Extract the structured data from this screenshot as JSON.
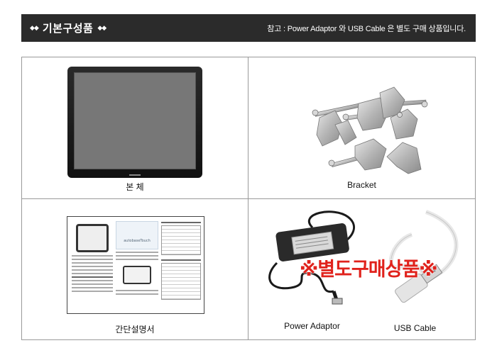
{
  "header": {
    "title": "기본구성품",
    "note": "참고 : Power Adaptor 와 USB Cable 은 별도 구매 상품입니다."
  },
  "items": {
    "main_body": "본  체",
    "bracket": "Bracket",
    "manual": "간단설명서",
    "power_adaptor": "Power Adaptor",
    "usb_cable": "USB Cable"
  },
  "overlay": {
    "sold_separately": "※별도구매상품※"
  },
  "manual_print": {
    "brand": "autobaseTouch"
  },
  "colors": {
    "header_bg": "#2b2b2b",
    "highlight_red": "#e0221c"
  }
}
